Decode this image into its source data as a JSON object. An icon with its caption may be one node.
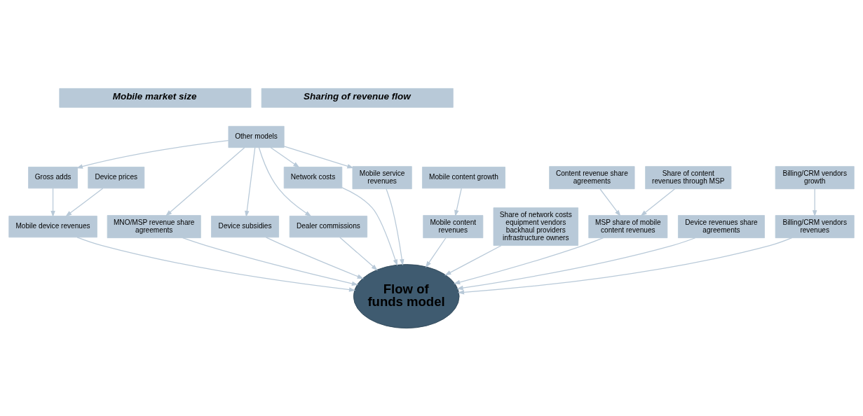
{
  "diagram": {
    "nodes": [
      {
        "text": [
          "Mobile market size"
        ]
      },
      {
        "text": [
          "Sharing of revenue flow"
        ]
      },
      {
        "text": [
          "Other models"
        ]
      },
      {
        "text": [
          "Gross adds"
        ]
      },
      {
        "text": [
          "Device prices"
        ]
      },
      {
        "text": [
          "Mobile content growth"
        ]
      },
      {
        "text": [
          "MNO/MSP revenue share agreements"
        ]
      },
      {
        "text": [
          "Device subsidies"
        ]
      },
      {
        "text": [
          "Dealer commissions"
        ]
      },
      {
        "text": [
          "Network costs"
        ]
      },
      {
        "text": [
          "Mobile service revenues"
        ]
      },
      {
        "text": [
          "Mobile device revenues"
        ]
      },
      {
        "text": [
          "Mobile content revenues"
        ]
      },
      {
        "text": [
          "Share of network costs",
          "equipment vendors backhaul providers infrastructure owners"
        ]
      },
      {
        "text": [
          "Flow of funds model"
        ]
      },
      {
        "text": [
          "MSP share of mobile content revenues"
        ]
      },
      {
        "text": [
          "Content revenue share agreements"
        ]
      },
      {
        "text": [
          "Share of content revenues through MSP"
        ]
      },
      {
        "text": [
          "Device revenues share agreements"
        ]
      },
      {
        "text": [
          "Billing/CRM vendors revenues"
        ]
      },
      {
        "text": [
          "Billing/CRM vendors growth"
        ]
      }
    ],
    "edges": [
      {
        "from": 2,
        "to": 10,
        "arrow": "to"
      },
      {
        "from": 2,
        "to": 3,
        "arrow": "to"
      },
      {
        "from": 2,
        "to": 6,
        "arrow": "to"
      },
      {
        "from": 2,
        "to": 7,
        "arrow": "to"
      },
      {
        "from": 2,
        "to": 8,
        "arrow": "to"
      },
      {
        "from": 2,
        "to": 9,
        "arrow": "to"
      },
      {
        "from": 3,
        "to": 11,
        "arrow": "to"
      },
      {
        "from": 4,
        "to": 11,
        "arrow": "to"
      },
      {
        "from": 5,
        "to": 12,
        "arrow": "to"
      },
      {
        "from": 10,
        "to": 14,
        "arrow": "to"
      },
      {
        "from": 11,
        "to": 14,
        "arrow": "to"
      },
      {
        "from": 12,
        "to": 14,
        "arrow": "to"
      },
      {
        "from": 6,
        "to": 14,
        "arrow": "to"
      },
      {
        "from": 7,
        "to": 14,
        "arrow": "to"
      },
      {
        "from": 8,
        "to": 14,
        "arrow": "to"
      },
      {
        "from": 9,
        "to": 14,
        "arrow": "to"
      },
      {
        "from": 13,
        "to": 14,
        "arrow": "to"
      },
      {
        "from": 16,
        "to": 15,
        "arrow": "to"
      },
      {
        "from": 17,
        "to": 15,
        "arrow": "to"
      },
      {
        "from": 15,
        "to": 14,
        "arrow": "to"
      },
      {
        "from": 18,
        "to": 14,
        "arrow": "to"
      },
      {
        "from": 20,
        "to": 19,
        "arrow": "to"
      },
      {
        "from": 19,
        "to": 14,
        "arrow": "to"
      }
    ]
  }
}
